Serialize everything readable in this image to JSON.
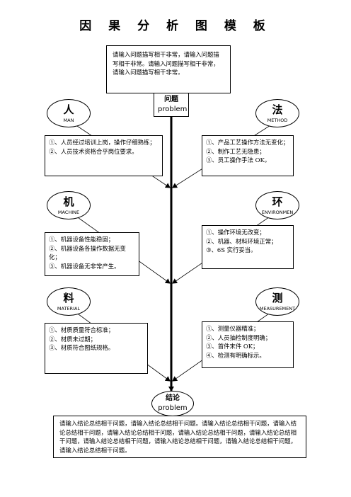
{
  "title": "因 果 分 析 图 模 板",
  "problem": {
    "description": "请输入问题描写相干非常，请输入问题描写相干非常。请输入问题描写相干非常，请输入问题描写相干非常。",
    "label_zh": "问题",
    "label_en": "problem"
  },
  "categories": {
    "man": {
      "zh": "人",
      "en": "MAN",
      "items": [
        "①、人员经过培训上岗，操作仔细熟练；",
        "②、人员技术资格合乎岗位要求。"
      ]
    },
    "method": {
      "zh": "法",
      "en": "METHOD",
      "items": [
        "①、产品工艺操作方法无变化；",
        "②、制作工艺无隐患；",
        "③、员工操作手法 OK。"
      ]
    },
    "machine": {
      "zh": "机",
      "en": "MACHINE",
      "items": [
        "①、机器设备性能稳固；",
        "②、机器设备各操作数据无变化；",
        "③、机器设备无非常产生。"
      ]
    },
    "environment": {
      "zh": "环",
      "en": "ENVIRONMEN",
      "items": [
        "①、操作环境无改变；",
        "②、机器、材料环境正常；",
        "③、6S 实行妥当。"
      ]
    },
    "material": {
      "zh": "料",
      "en": "MATERIAL",
      "items": [
        "①、材质质量符合标准；",
        "②、材质未过期；",
        "③、材质符合图纸规格。"
      ]
    },
    "measurement": {
      "zh": "测",
      "en": "MEASUREMENT",
      "items": [
        "①、测量仪器精准；",
        "②、人员抽检制度明确；",
        "③、首件末件 OK；",
        "④、检测有明确标示。"
      ]
    }
  },
  "conclusion": {
    "label_zh": "结论",
    "label_en": "problem",
    "description": "请输入结论总结相干问题，请输入结论总结相干问题。请输入结论总结相干问题，请输入结论总结相干问题，请输入结论总结相干问题，请输入结论总结相干问题，请输入结论总结相干问题，请输入结论总结相干问题，请输入结论总结相干问题，请输入结论总结相干问题，请输入结论总结相干问题。"
  }
}
